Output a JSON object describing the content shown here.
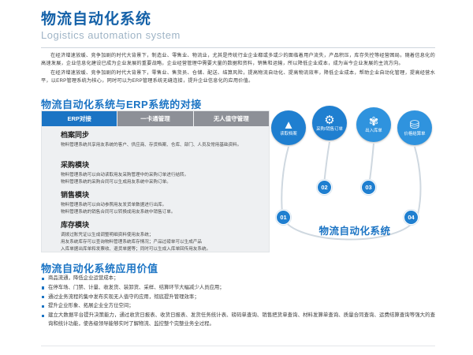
{
  "header": {
    "title_cn": "物流自动化系统",
    "title_en": "Logistics automation system"
  },
  "intro": {
    "p1": "在经济增速放缓、竞争加剧的时代大背景下，制造业、零售业、物流业，尤其是传统行业企业都或多或少的面临着用户流失，产品积压，库存失控等经营困局。随着信息化的高速发展，企业信息化建设已成为企业发展的重要战略，企业经营管理中需要大量的数据和资料，销售和运输，所以降低企业成本，成为当今企业发展的主流方向。",
    "p2": "在经济增速放缓、竞争加剧的时代大背景下，零售业、售货员、仓储、配送、结算风险，提高物流自动化、提高物流效率，降低企业成本，帮助企业自动化管理，提高经营水平，以ERP管理系统为核心，同时可以为ERP管理系统无缝连接，提升企业信息化的应用价值。"
  },
  "section1": {
    "heading": "物流自动化系统与ERP系统的对接"
  },
  "panel": {
    "tabs": [
      {
        "label": "ERP对接",
        "active": true
      },
      {
        "label": "一卡通管理",
        "active": false
      },
      {
        "label": "无人值守管理",
        "active": false
      }
    ],
    "blocks": [
      {
        "title": "档案同步",
        "lines": [
          "物料管理系统共享用友系统的客户、供应商、存货档案、仓库、部门、人员及常用基础资料。"
        ]
      },
      {
        "title": "采购模块",
        "lines": [
          "物料管理系统可以自动读取用友采购管理中的采购订单进行结转。",
          "物料管理系统的采购合同可以生成用友系统中采购订单。"
        ]
      },
      {
        "title": "销售模块",
        "lines": [
          "物料管理系统可以自动参照用友发货单数据进行出库。",
          "物料管理系统的销售合同可以转换成用友系统中销售订单。"
        ]
      },
      {
        "title": "库存模块",
        "lines": [
          "调拨过账凭证以生成调整明细资料使用友系统；",
          "用友系统库存可以查询物料管理系统库存情况；产品过磅单可以生成产品",
          "入库单据出库单和发票收、退货单据等；同时可以生成入库单回传用友系统。"
        ]
      }
    ]
  },
  "graphic": {
    "nodes": [
      {
        "num": "01",
        "caption": "读取档案",
        "icon": "archive-icon",
        "glyph": "▲",
        "color": "#1f7fd0"
      },
      {
        "num": "02",
        "caption": "采购/销售订单",
        "icon": "gear-icon",
        "glyph": "⚙",
        "color": "#1f7fd0"
      },
      {
        "num": "03",
        "caption": "出入库单",
        "icon": "box-icon",
        "glyph": "✾",
        "color": "#2f93de"
      },
      {
        "num": "04",
        "caption": "价格结算单",
        "icon": "calculator-icon",
        "glyph": "⛁",
        "color": "#2f93de"
      }
    ],
    "center_label": "物流自动化系统"
  },
  "section2": {
    "heading": "物流自动化系统应用价值"
  },
  "bullets": [
    "商品流通，降低企业运营成本；",
    "在停车场、门禁、计量、收发货、装卸货、采样、结算环节大幅减少人员应用；",
    "通过业务流程的集中发布实现无人值守的应用，彻底提升管理效率；",
    "提升企业形象、拓展企业全方位空间；",
    "建立大数据平台提升决策能力，通过收货日报表、收货日报表、发货任务统计表、磅码单查询、销售把货单查询、材料发算单查询、质量合同查询、运费结算查询等强大的查询和统计功能，使各级领导能够实时了解物流、监控整个完整业务全过程。"
  ]
}
